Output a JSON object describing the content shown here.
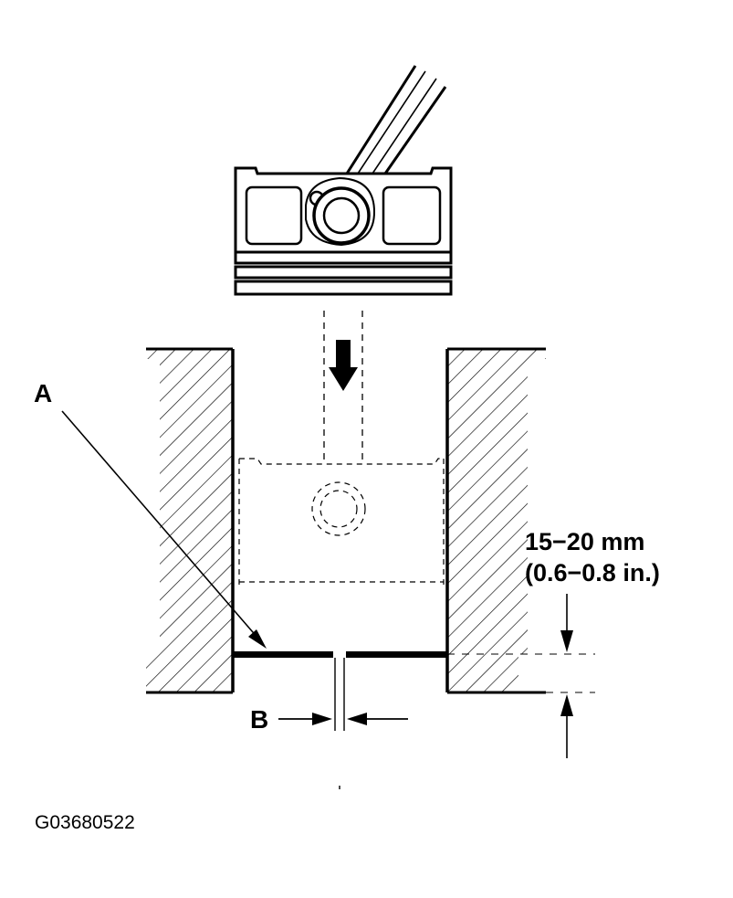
{
  "labels": {
    "a": "A",
    "b": "B",
    "dimension_mm": "15−20 mm",
    "dimension_in": "(0.6−0.8 in.)",
    "figure_code": "G03680522"
  },
  "colors": {
    "ink": "#000000",
    "background": "#ffffff"
  }
}
